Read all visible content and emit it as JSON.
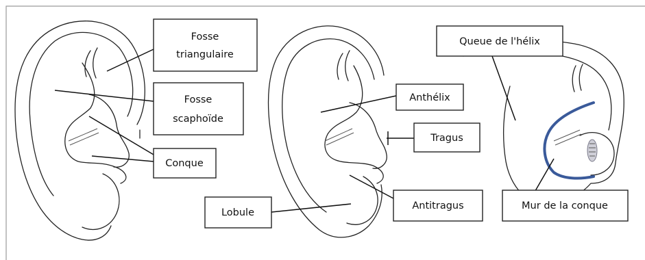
{
  "labels": {
    "fosse_triangulaire": [
      "Fosse",
      "triangulaire"
    ],
    "fosse_scaphoide": [
      "Fosse",
      "scaphoïde"
    ],
    "conque": "Conque",
    "anthelix": "Anthélix",
    "tragus": "Tragus",
    "lobule": "Lobule",
    "antitragus": "Antitragus",
    "queue_helix": "Queue de l'hélix",
    "mur_conque": "Mur de la conque"
  },
  "colors": {
    "outline": "#222222",
    "highlight": "#3a5a9a",
    "frame": "#9a9a9a"
  }
}
